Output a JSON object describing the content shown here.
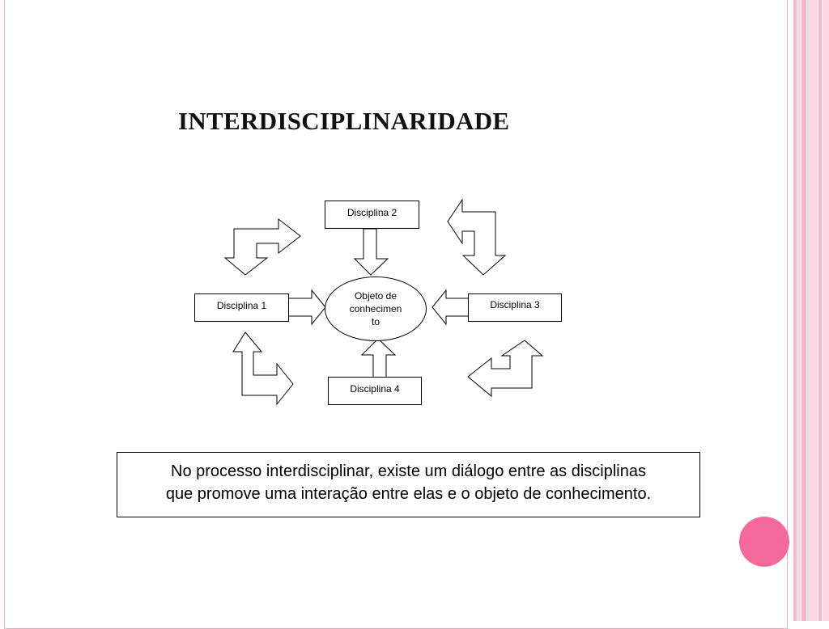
{
  "slide": {
    "title": "INTERDISCIPLINARIDADE"
  },
  "diagram": {
    "center": [
      "Objeto de",
      "conhecimen",
      "to"
    ],
    "disciplines": {
      "d1": "Disciplina 1",
      "d2": "Disciplina 2",
      "d3": "Disciplina 3",
      "d4": "Disciplina 4"
    }
  },
  "caption": {
    "line1": "No processo interdisciplinar, existe um diálogo entre as disciplinas",
    "line2": "que promove uma interação entre elas e o objeto de conhecimento."
  },
  "colors": {
    "accent": "#f4699a",
    "border_pink": "#f4a6c0",
    "stripe_pink": "#f7b5ca",
    "stripe_light": "#fbd7e2"
  }
}
